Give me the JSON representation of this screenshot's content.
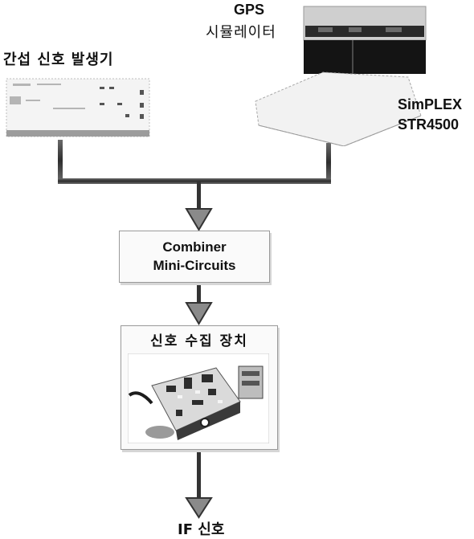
{
  "labels": {
    "interference_generator": "간섭 신호 발생기",
    "gps_title": "GPS",
    "gps_subtitle": "시뮬레이터",
    "simplex_line1": "SimPLEX",
    "simplex_line2": "STR4500",
    "combiner_line1": "Combiner",
    "combiner_line2": "Mini-Circuits",
    "collector_title": "신호 수집 장치",
    "output": "IF 신호"
  },
  "colors": {
    "line": "#3a3a3a",
    "arrow_fill": "#8a8a8a",
    "box_border": "#9a9a9a",
    "device_body": "#e9e9e9"
  }
}
